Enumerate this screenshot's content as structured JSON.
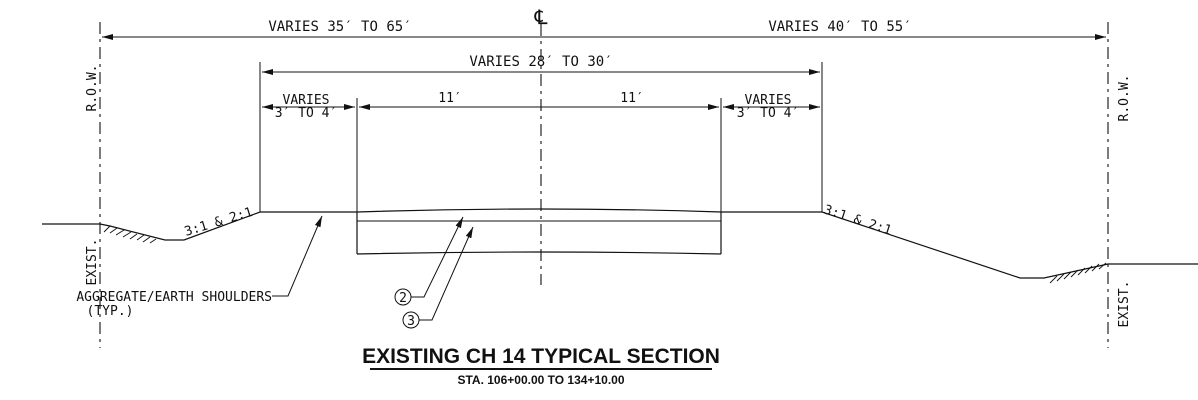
{
  "dimensions": {
    "left_row_width": "VARIES 35′ TO 65′",
    "right_row_width": "VARIES 40′ TO 55′",
    "pavement_width": "VARIES 28′ TO 30′",
    "left_shoulder_line1": "VARIES",
    "left_shoulder_line2": "3′ TO 4′",
    "left_lane": "11′",
    "right_lane": "11′",
    "right_shoulder_line1": "VARIES",
    "right_shoulder_line2": "3′ TO 4′"
  },
  "centerline_symbol": "℄",
  "labels": {
    "row_left": "R.O.W.",
    "row_right": "R.O.W.",
    "exist_left": "EXIST.",
    "exist_right": "EXIST.",
    "slope_left": "3:1 & 2:1",
    "slope_right": "3:1 & 2:1",
    "shoulder_note_line1": "AGGREGATE/EARTH SHOULDERS",
    "shoulder_note_line2": "(TYP.)",
    "callout_2": "2",
    "callout_3": "3"
  },
  "title": "EXISTING CH 14 TYPICAL SECTION",
  "subtitle": "STA. 106+00.00 TO 134+10.00"
}
